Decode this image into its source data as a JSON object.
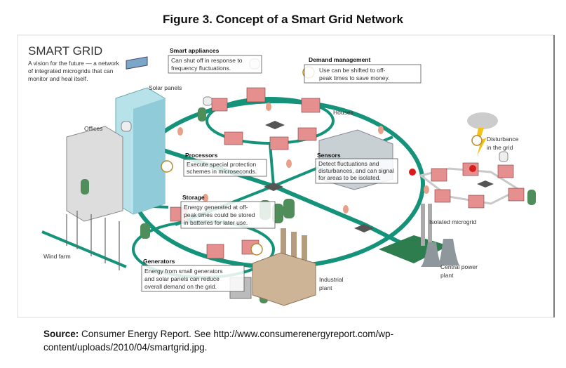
{
  "title": "Figure 3. Concept of a Smart Grid Network",
  "diagram": {
    "heading": "SMART GRID",
    "description": [
      "A vision for the future — a network",
      "of integrated microgrids that can",
      "monitor and heal itself."
    ],
    "callouts": {
      "smart_appliances": {
        "title": "Smart appliances",
        "lines": [
          "Can shut off in response to",
          "frequency fluctuations."
        ]
      },
      "demand_management": {
        "title": "Demand management",
        "lines": [
          "Use can be shifted to off-",
          "peak times to save money."
        ]
      },
      "processors": {
        "title": "Processors",
        "lines": [
          "Execute special protection",
          "schemes in microseconds."
        ]
      },
      "sensors": {
        "title": "Sensors",
        "lines": [
          "Detect fluctuations and",
          "disturbances, and can signal",
          "for areas to be isolated."
        ]
      },
      "storage": {
        "title": "Storage",
        "lines": [
          "Energy generated at off-",
          "peak times could be stored",
          "in batteries for later use."
        ]
      },
      "generators": {
        "title": "Generators",
        "lines": [
          "Energy from small generators",
          "and solar panels can reduce",
          "overall demand on the grid."
        ]
      }
    },
    "labels": {
      "solar_panels": "Solar panels",
      "houses": "Houses",
      "offices": "Offices",
      "disturbance": [
        "Disturbance",
        "in the grid"
      ],
      "isolated_microgrid": "Isolated microgrid",
      "wind_farm": "Wind farm",
      "industrial_plant": [
        "Industrial",
        "plant"
      ],
      "central_power_plant": [
        "Central power",
        "plant"
      ]
    },
    "colors": {
      "grid": "#14937a",
      "house": "#e58f8f",
      "roof": "#6a6f8f",
      "sensor": "#e8a08a",
      "alert": "#d81b1b"
    }
  },
  "source": {
    "label": "Source:",
    "text": "Consumer Energy Report. See http://www.consumerenergyreport.com/wp-content/uploads/2010/04/smartgrid.jpg."
  }
}
